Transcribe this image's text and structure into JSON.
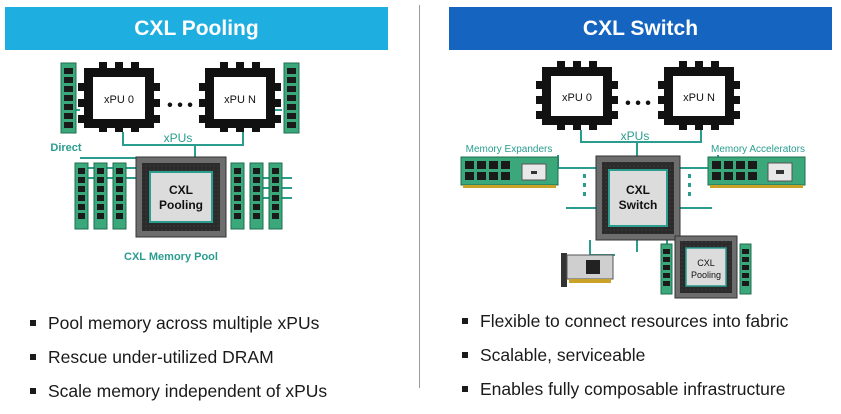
{
  "left": {
    "title": "CXL Pooling",
    "xpu0": "xPU 0",
    "xpuN": "xPU N",
    "dots": "• • •",
    "xpus_label": "xPUs",
    "direct_label": "Direct",
    "chip_line1": "CXL",
    "chip_line2": "Pooling",
    "pool_label": "CXL Memory Pool",
    "bullets": [
      "Pool memory across multiple xPUs",
      "Rescue under-utilized DRAM",
      "Scale memory independent of xPUs"
    ]
  },
  "right": {
    "title": "CXL Switch",
    "xpu0": "xPU 0",
    "xpuN": "xPU N",
    "dots": "• • •",
    "xpus_label": "xPUs",
    "expanders_label": "Memory Expanders",
    "accelerators_label": "Memory Accelerators",
    "chip_line1": "CXL",
    "chip_line2": "Switch",
    "pool_chip_line1": "CXL",
    "pool_chip_line2": "Pooling",
    "bullets": [
      "Flexible to connect resources into fabric",
      "Scalable, serviceable",
      "Enables fully composable infrastructure"
    ]
  },
  "colors": {
    "left_header": "#1eaee0",
    "right_header": "#1565c0",
    "teal": "#2a9d8f",
    "dimm_green": "#3aa87a",
    "chip_dark": "#111111"
  }
}
